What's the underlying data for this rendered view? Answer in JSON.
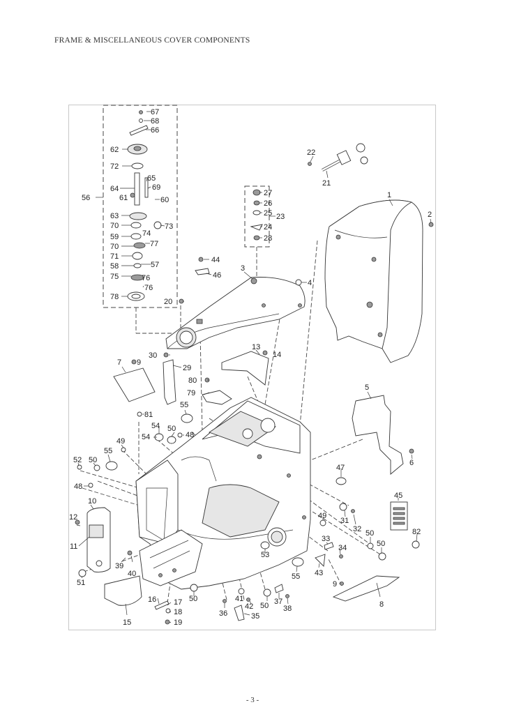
{
  "header": {
    "title": "FRAME & MISCELLANEOUS COVER COMPONENTS"
  },
  "footer": {
    "page": "- 3 -"
  },
  "labels": {
    "p1": "1",
    "p2": "2",
    "p3": "3",
    "p4": "4",
    "p5": "5",
    "p6": "6",
    "p7": "7",
    "p8": "8",
    "p9": "9",
    "p9b": "9",
    "p10": "10",
    "p11": "11",
    "p12": "12",
    "p13": "13",
    "p14": "14",
    "p15": "15",
    "p16": "16",
    "p17": "17",
    "p18": "18",
    "p19": "19",
    "p20": "20",
    "p21": "21",
    "p22": "22",
    "p23": "23",
    "p24": "24",
    "p25": "25",
    "p26": "26",
    "p27": "27",
    "p28": "28",
    "p29": "29",
    "p30": "30",
    "p31": "31",
    "p32": "32",
    "p33": "33",
    "p34": "34",
    "p35": "35",
    "p36": "36",
    "p37": "37",
    "p38": "38",
    "p39": "39",
    "p40": "40",
    "p41": "41",
    "p42": "42",
    "p43": "43",
    "p44": "44",
    "p45": "45",
    "p46": "46",
    "p47": "47",
    "p48a": "48",
    "p48b": "48",
    "p49a": "49",
    "p49b": "49",
    "p50a": "50",
    "p50b": "50",
    "p50c": "50",
    "p50d": "50",
    "p50e": "50",
    "p51": "51",
    "p52": "52",
    "p53": "53",
    "p54a": "54",
    "p54b": "54",
    "p55a": "55",
    "p55b": "55",
    "p55c": "55",
    "p56": "56",
    "p57": "57",
    "p58": "58",
    "p59": "59",
    "p60": "60",
    "p61": "61",
    "p62": "62",
    "p63": "63",
    "p64": "64",
    "p65": "65",
    "p66": "66",
    "p67": "67",
    "p68": "68",
    "p69": "69",
    "p70a": "70",
    "p70b": "70",
    "p71": "71",
    "p72": "72",
    "p73": "73",
    "p74": "74",
    "p75": "75",
    "p76a": "76",
    "p76b": "76",
    "p77": "77",
    "p78": "78",
    "p79": "79",
    "p80": "80",
    "p81": "81",
    "p82": "82"
  }
}
